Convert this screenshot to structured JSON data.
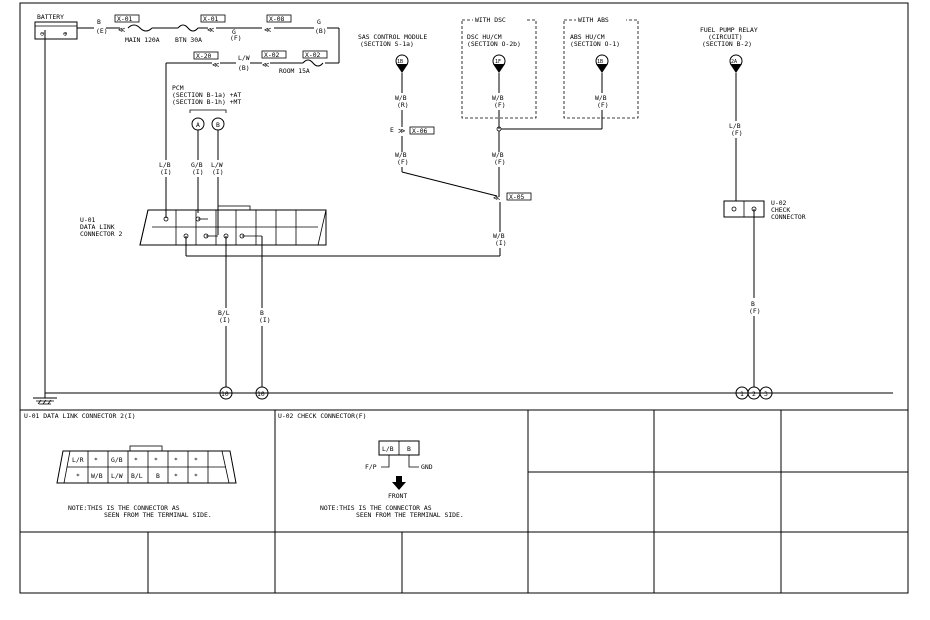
{
  "battery": {
    "label": "BATTERY"
  },
  "power": {
    "wire_b": "B",
    "wire_b_sub": "(E)",
    "x01": "X-01",
    "x01_b": "X-01",
    "main_fuse": "MAIN 120A",
    "btn_fuse": "BTN 30A",
    "x08": "X-08",
    "wire_g1": "G",
    "wire_g1_sub": "(F)",
    "wire_g2": "G",
    "wire_g2_sub": "(B)",
    "x20": "X-20",
    "x02a": "X-02",
    "x02b": "X-02",
    "wire_lw": "L/W",
    "wire_lw_sub": "(B)",
    "room_fuse": "ROOM 15A"
  },
  "pcm": {
    "title": "PCM",
    "line1": "(SECTION B-1a)  +AT",
    "line2": "(SECTION B-1h)  +MT",
    "term_a": "A",
    "term_b": "B",
    "wires": [
      {
        "color": "L/B",
        "sub": "(I)"
      },
      {
        "color": "G/B",
        "sub": "(I)"
      },
      {
        "color": "L/W",
        "sub": "(I)"
      }
    ]
  },
  "dlc": {
    "id": "U-01",
    "name1": "DATA LINK",
    "name2": "CONNECTOR 2",
    "wire_bl": "B/L",
    "wire_bl_sub": "(I)",
    "wire_b": "B",
    "wire_b_sub": "(I)",
    "ground_10a": "10",
    "ground_10b": "10"
  },
  "sas": {
    "title": "SAS CONTROL MODULE",
    "section": "(SECTION S-1a)",
    "node": "1B",
    "wire": "W/B",
    "wire_sub": "(R)",
    "conn_e": "E",
    "x06": "X-06",
    "wire2": "W/B",
    "wire2_sub": "(F)"
  },
  "dsc": {
    "group": "WITH DSC",
    "title": "DSC HU/CM",
    "section": "(SECTION O-2b)",
    "node": "1F",
    "wire": "W/B",
    "wire_sub": "(F)",
    "wire2": "W/B",
    "wire2_sub": "(F)"
  },
  "abs": {
    "group": "WITH ABS",
    "title": "ABS HU/CM",
    "section": "(SECTION O-1)",
    "node": "1B",
    "wire": "W/B",
    "wire_sub": "(F)"
  },
  "joint": {
    "x05": "X-05",
    "wire": "W/B",
    "wire_sub": "(I)"
  },
  "fuel": {
    "title1": "FUEL PUMP RELAY",
    "title2": "(CIRCUIT)",
    "title3": "(SECTION B-2)",
    "node": "2A",
    "wire": "L/B",
    "wire_sub": "(F)",
    "check_id": "U-02",
    "check1": "CHECK",
    "check2": "CONNECTOR",
    "wire_b": "B",
    "wire_b_sub": "(F)",
    "grounds": [
      "1",
      "2",
      "3"
    ]
  },
  "panel1": {
    "title": "U-01 DATA LINK CONNECTOR 2(I)",
    "row1": [
      "L/R",
      "*",
      "G/B",
      "*",
      "*",
      "*",
      "*"
    ],
    "row2": [
      "*",
      "W/B",
      "L/W",
      "B/L",
      "B",
      "*",
      "*"
    ],
    "note1": "NOTE:THIS IS THE CONNECTOR AS",
    "note2": "SEEN FROM THE TERMINAL SIDE."
  },
  "panel2": {
    "title": "U-02 CHECK CONNECTOR(F)",
    "pin1": "L/B",
    "pin2": "B",
    "fp": "F/P",
    "gnd": "GND",
    "front": "FRONT",
    "note1": "NOTE:THIS IS THE CONNECTOR AS",
    "note2": "SEEN FROM THE TERMINAL SIDE."
  }
}
